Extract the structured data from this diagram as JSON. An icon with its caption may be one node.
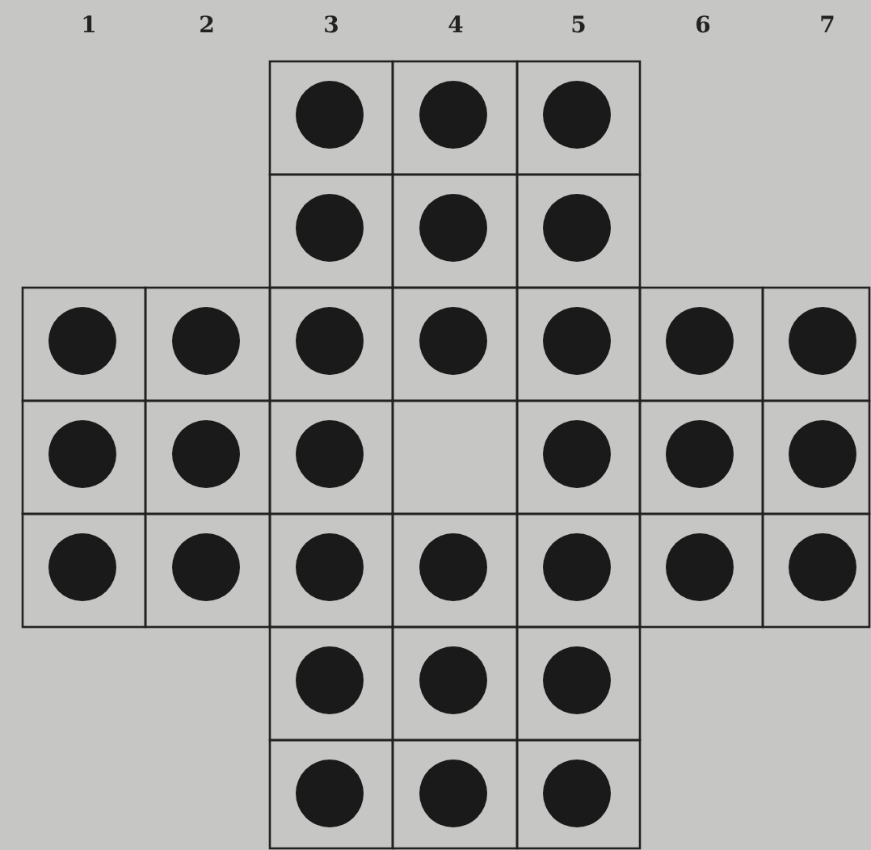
{
  "diagram": {
    "labels": [
      "1",
      "2",
      "3",
      "4",
      "5",
      "6",
      "7"
    ]
  }
}
